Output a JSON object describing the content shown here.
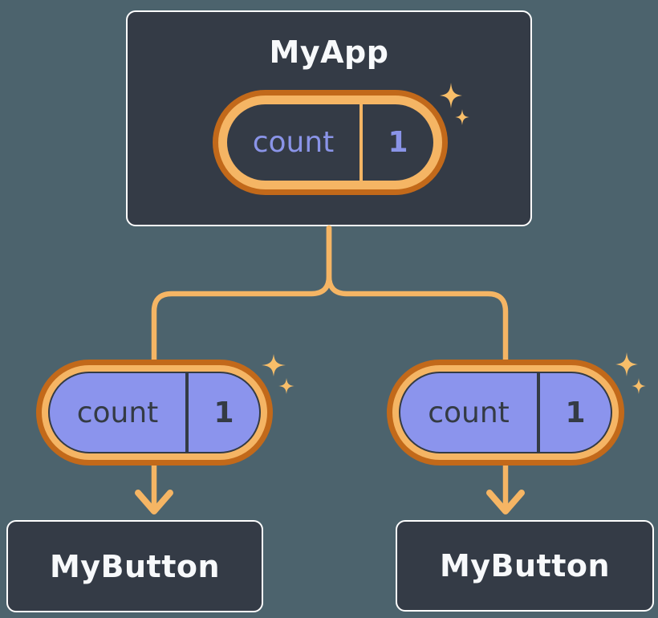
{
  "colors": {
    "bg": "#4C636D",
    "card": "#343B46",
    "card_border": "#FFFFFF",
    "text_light": "#F7F9FB",
    "periwinkle": "#8A94E8",
    "purple_fill": "#8B94ED",
    "ink": "#343B44",
    "orange_dark": "#C2691A",
    "orange_light": "#F5B564",
    "sparkle": "#F8BE69"
  },
  "icons": {
    "sparkle": "✦"
  },
  "diagram": {
    "root": {
      "title": "MyApp",
      "state_pill": {
        "key": "count",
        "value": "1"
      }
    },
    "children": [
      {
        "title": "MyButton",
        "passed_prop": {
          "key": "count",
          "value": "1"
        }
      },
      {
        "title": "MyButton",
        "passed_prop": {
          "key": "count",
          "value": "1"
        }
      }
    ]
  }
}
